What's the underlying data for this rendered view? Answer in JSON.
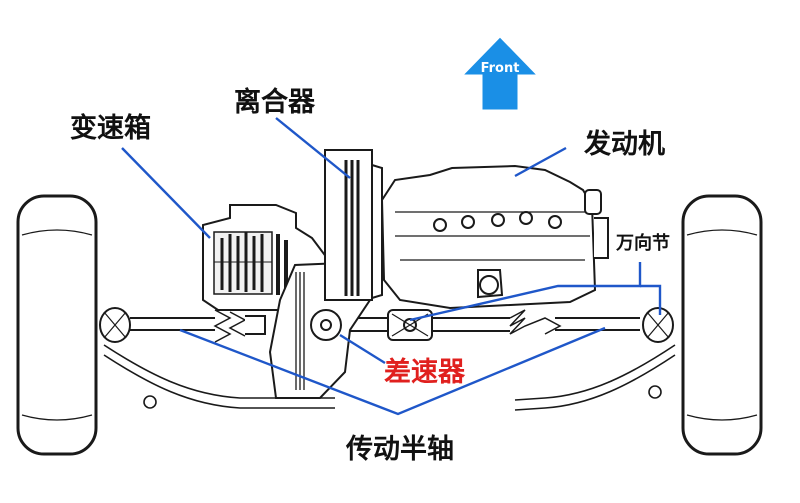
{
  "diagram": {
    "direction_arrow": {
      "label": "Front",
      "color": "#1a8fe6"
    },
    "labels": {
      "gearbox": "变速箱",
      "clutch": "离合器",
      "engine": "发动机",
      "universal_joint": "万向节",
      "differential": "差速器",
      "half_shaft": "传动半轴"
    },
    "colors": {
      "leader": "#1f57c9",
      "highlight": "#e0201e",
      "line_art": "#1a1a1a"
    }
  }
}
